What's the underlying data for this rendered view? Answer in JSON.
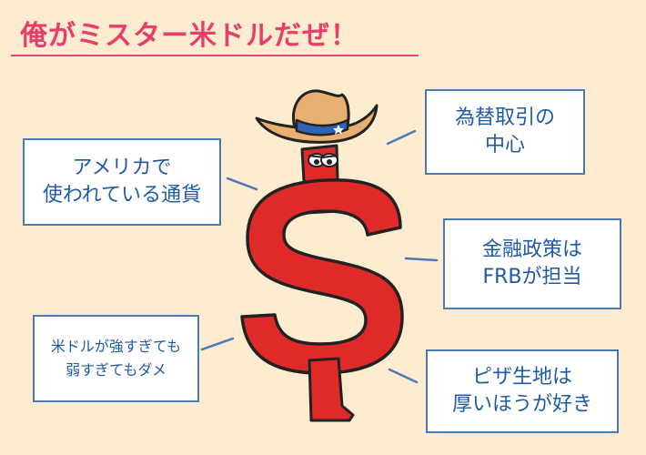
{
  "title": "俺がミスター米ドルだぜ！",
  "boxes": {
    "usage": {
      "line1": "アメリカで",
      "line2": "使われている通貨"
    },
    "forex": {
      "line1": "為替取引の",
      "line2": "中心"
    },
    "policy": {
      "line1": "金融政策は",
      "line2": "FRBが担当"
    },
    "strength": {
      "line1": "米ドルが強すぎても",
      "line2": "弱すぎてもダメ"
    },
    "pizza": {
      "line1": "ピザ生地は",
      "line2": "厚いほうが好き"
    }
  },
  "colors": {
    "background": "#fdecd0",
    "title": "#e83e6c",
    "box_border": "#4a79b8",
    "box_text": "#1f5aa5",
    "dollar_red": "#e02a2a",
    "hat_tan": "#e8b070",
    "hat_band": "#2f63b8"
  },
  "character": {
    "icon": "dollar-sign-cowboy-mascot"
  }
}
